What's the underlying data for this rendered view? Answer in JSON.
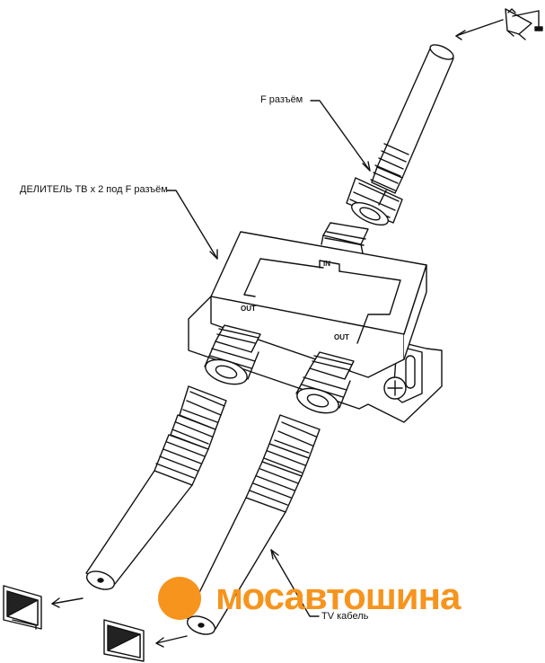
{
  "labels": {
    "f_connector": "F разъём",
    "splitter": "ДЕЛИТЕЛЬ ТВ x 2 под F разъём",
    "tv_cable": "TV кабель"
  },
  "ports": {
    "in": "IN",
    "out_left": "OUT",
    "out_right": "OUT"
  },
  "watermark": {
    "text": "мосавтошина",
    "color": "#f7941d"
  },
  "icons": [
    "satellite-dish-icon",
    "tv-icon",
    "tv-icon"
  ]
}
